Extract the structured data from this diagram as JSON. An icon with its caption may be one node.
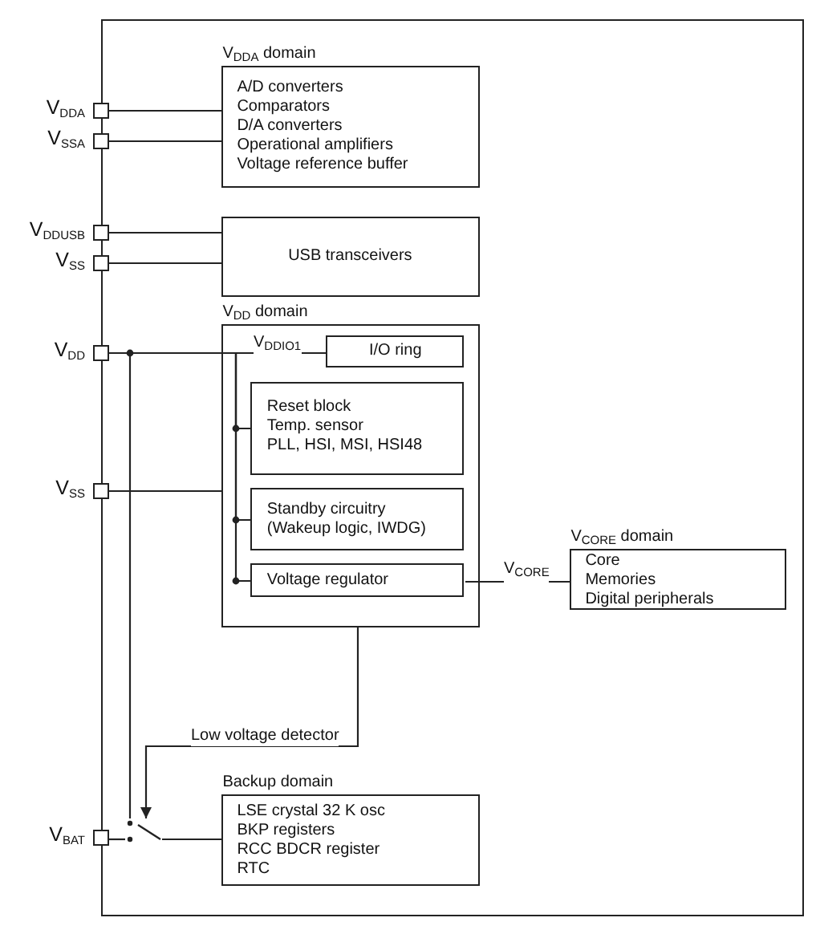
{
  "diagram": {
    "nodes": [
      {
        "text": [],
        "shape": "box"
      },
      {
        "text": [
          "V$_{DDA}$ domain",
          "A/D converters",
          "Comparators",
          "D/A converters",
          "Operational amplifiers",
          "Voltage reference buffer"
        ],
        "in": 0
      },
      {
        "text": [],
        "shape": "box",
        "beside": [
          "V$_{DDA}$"
        ]
      },
      {
        "text": [],
        "shape": "box",
        "beside": [
          "V$_{SSA}$"
        ]
      },
      {
        "text": [],
        "shape": "box",
        "beside": [
          "V$_{DDUSB}$"
        ]
      },
      {
        "text": [
          "USB transceivers"
        ],
        "in": 0
      },
      {
        "text": [],
        "shape": "box",
        "beside": [
          "V$_{SS}$"
        ]
      },
      {
        "text": [],
        "shape": "box",
        "beside": [
          "V$_{DD}$"
        ]
      },
      {
        "text": [
          "V$_{DD}$ domain"
        ],
        "in": 0
      },
      {
        "text": [
          "I/O ring"
        ],
        "in": 8
      },
      {
        "text": [
          "Reset block",
          "Temp. sensor",
          "PLL, HSI, MSI, HSI48"
        ],
        "in": 8
      },
      {
        "text": [
          "Standby circuitry",
          "(Wakeup logic, IWDG)"
        ],
        "in": 8
      },
      {
        "text": [
          "Voltage regulator"
        ],
        "in": 8
      },
      {
        "text": [],
        "shape": "box",
        "beside": [
          "V$_{SS}$"
        ]
      },
      {
        "text": [
          "V$_{CORE}$ domain",
          "Core",
          "Memories",
          "Digital peripherals"
        ],
        "in": 0
      },
      {
        "text": [
          "Backup domain",
          "LSE crystal 32 K osc",
          "BKP registers",
          "RCC BDCR register",
          "RTC"
        ],
        "in": 0
      },
      {
        "text": [],
        "shape": "switch",
        "in": 0
      },
      {
        "text": [],
        "shape": "box",
        "beside": [
          "V$_{BAT}$"
        ]
      }
    ],
    "edges": [
      {
        "from": 2,
        "to": 1,
        "arrow": "none"
      },
      {
        "from": 3,
        "to": 1,
        "arrow": "none"
      },
      {
        "from": 4,
        "to": 5,
        "arrow": "none"
      },
      {
        "from": 6,
        "to": 5,
        "arrow": "none"
      },
      {
        "from": 7,
        "to": 9,
        "arrow": "none",
        "label": "V$_{DDIO1}$"
      },
      {
        "from": 7,
        "to": 10,
        "arrow": "none"
      },
      {
        "from": 7,
        "to": 11,
        "arrow": "none"
      },
      {
        "from": 7,
        "to": 12,
        "arrow": "none"
      },
      {
        "from": 13,
        "to": 8,
        "arrow": "none"
      },
      {
        "from": 12,
        "to": 14,
        "arrow": "none",
        "label": "V$_{CORE}$"
      },
      {
        "from": 7,
        "to": 16,
        "arrow": "none"
      },
      {
        "from": 8,
        "to": 16,
        "arrow": "to",
        "label": "Low voltage detector"
      },
      {
        "from": 17,
        "to": 16,
        "arrow": "none"
      },
      {
        "from": 16,
        "to": 15,
        "arrow": "none"
      }
    ]
  }
}
